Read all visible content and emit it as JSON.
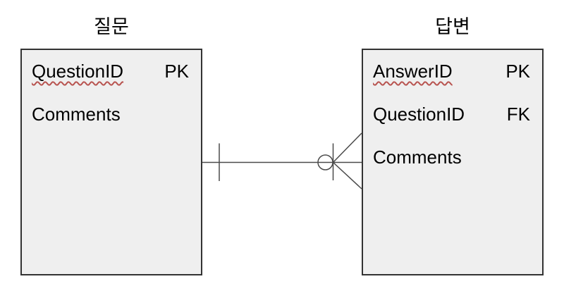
{
  "entities": [
    {
      "name": "질문",
      "fields": [
        {
          "name": "QuestionID",
          "key": "PK",
          "misspelled": true
        },
        {
          "name": "Comments",
          "key": "",
          "misspelled": false
        }
      ]
    },
    {
      "name": "답변",
      "fields": [
        {
          "name": "AnswerID",
          "key": "PK",
          "misspelled": true
        },
        {
          "name": "QuestionID",
          "key": "FK",
          "misspelled": false
        },
        {
          "name": "Comments",
          "key": "",
          "misspelled": false
        }
      ]
    }
  ],
  "relationship": {
    "type": "one-to-zero-or-many",
    "from_entity": "질문",
    "to_entity": "답변",
    "left_end_notation": "exactly one (single tick)",
    "right_end_notation": "zero or many (circle + crow's foot)"
  },
  "colors": {
    "background": "#ffffff",
    "entity_fill": "#efefef",
    "entity_border": "#333333",
    "line": "#4a4a4a",
    "text": "#000000",
    "spellcheck_underline": "#b85450"
  }
}
